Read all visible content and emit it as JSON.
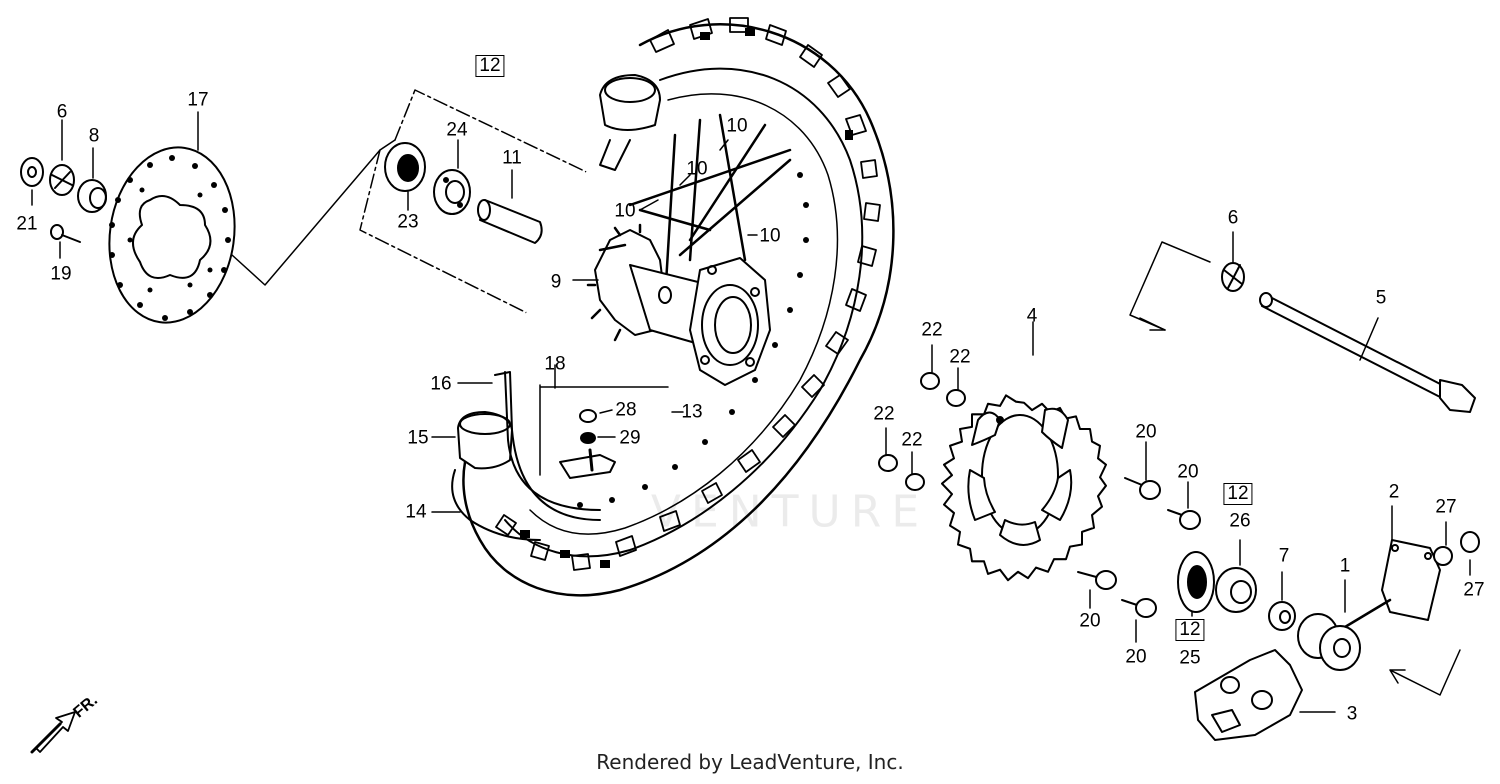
{
  "footer": "Rendered by LeadVenture, Inc.",
  "direction_label": "FR.",
  "watermark": "VENTURE",
  "callouts": {
    "n1": "1",
    "n2": "2",
    "n3": "3",
    "n4": "4",
    "n5": "5",
    "n6a": "6",
    "n6b": "6",
    "n7": "7",
    "n8": "8",
    "n9": "9",
    "n10a": "10",
    "n10b": "10",
    "n10c": "10",
    "n10d": "10",
    "n11": "11",
    "n12a": "12",
    "n12b": "12",
    "n12c": "12",
    "n13": "13",
    "n14": "14",
    "n15": "15",
    "n16": "16",
    "n17": "17",
    "n18": "18",
    "n19": "19",
    "n20a": "20",
    "n20b": "20",
    "n20c": "20",
    "n20d": "20",
    "n21": "21",
    "n22a": "22",
    "n22b": "22",
    "n22c": "22",
    "n22d": "22",
    "n23": "23",
    "n24": "24",
    "n25": "25",
    "n26": "26",
    "n27a": "27",
    "n27b": "27",
    "n28": "28",
    "n29": "29"
  }
}
